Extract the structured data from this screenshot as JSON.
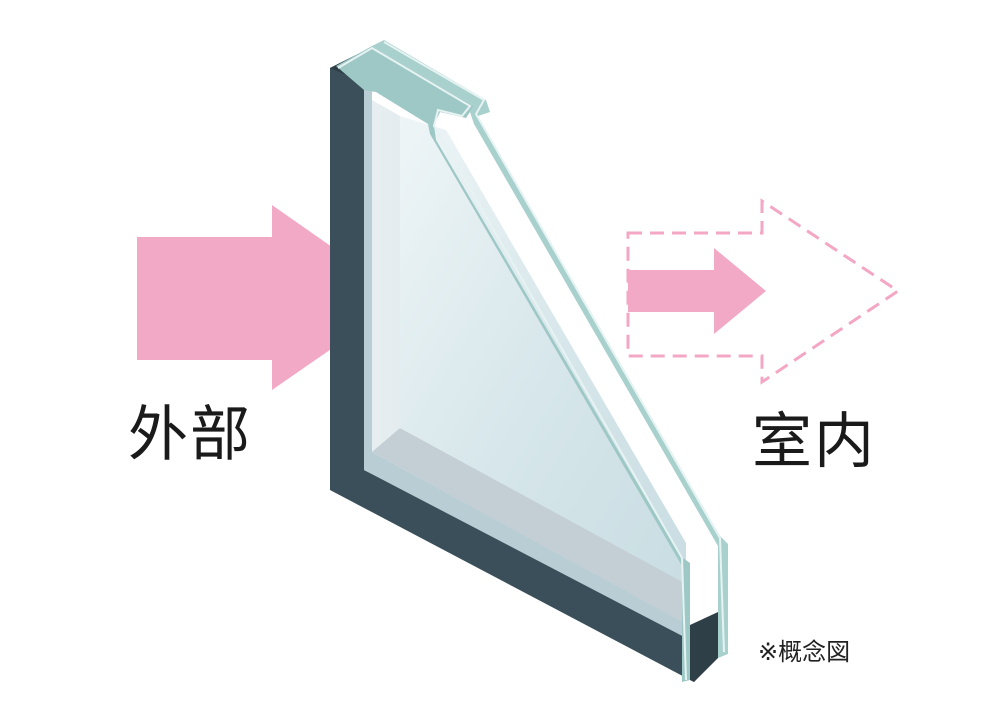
{
  "labels": {
    "outside": "外部",
    "inside": "室内",
    "note": "※概念図"
  },
  "colors": {
    "background": "#ffffff",
    "frame": "#3a4f5a",
    "frame_dark": "#2e3f48",
    "spacer_light": "#d7e1e5",
    "glass_edge": "#9ec8c6",
    "glass_face": "#d9e8ed",
    "arrow_solid": "#f2a9c6",
    "arrow_dashed": "#f4a7c4"
  }
}
